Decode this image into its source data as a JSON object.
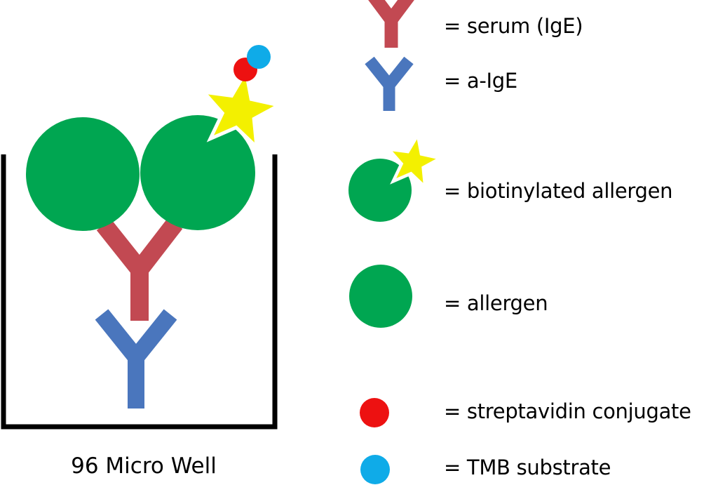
{
  "well": {
    "caption": "96 Micro Well"
  },
  "legend": {
    "items": [
      {
        "id": "serum-ige",
        "label": "= serum (IgE)"
      },
      {
        "id": "a-ige",
        "label": "= a-IgE"
      },
      {
        "id": "biotinylated-allergen",
        "label": "= biotinylated allergen"
      },
      {
        "id": "allergen",
        "label": "= allergen"
      },
      {
        "id": "streptavidin",
        "label": "= streptavidin conjugate"
      },
      {
        "id": "tmb",
        "label": "= TMB substrate"
      }
    ]
  },
  "colors": {
    "allergen_green": "#00a651",
    "serum_ige_red": "#c24952",
    "a_ige_blue": "#4a76bd",
    "biotin_star_yellow": "#f3f000",
    "star_outline_white": "#ffffff",
    "streptavidin_red": "#ed1111",
    "tmb_blue": "#0fabe8",
    "well_outline": "#000000",
    "text": "#000000"
  }
}
